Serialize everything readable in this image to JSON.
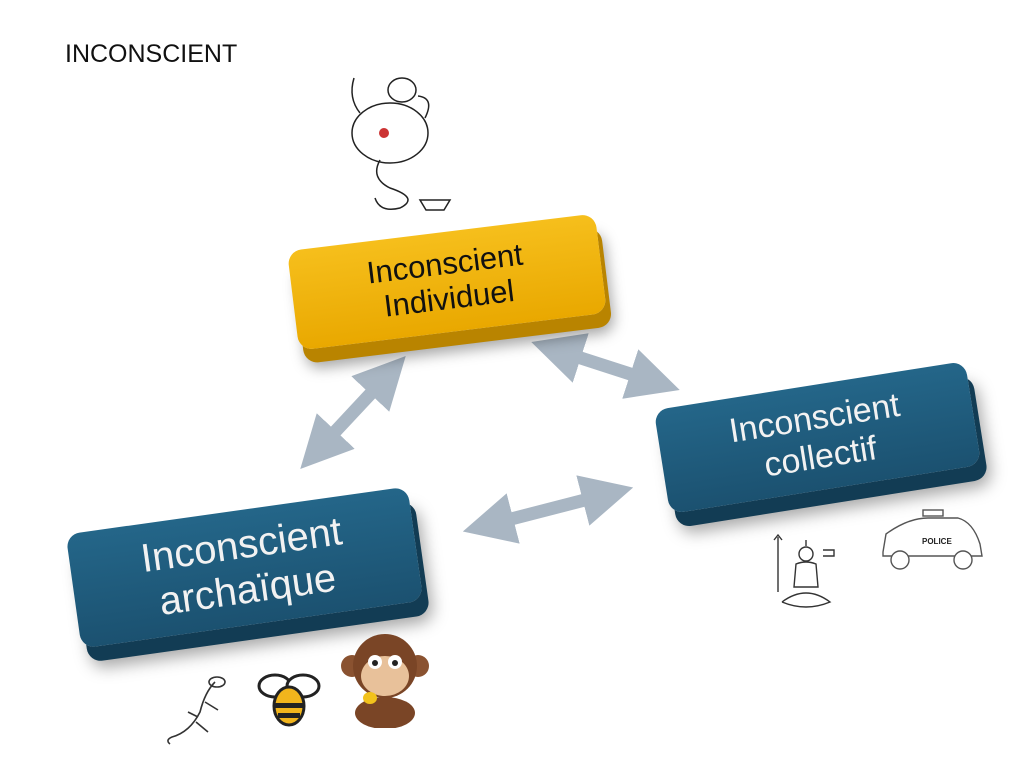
{
  "title": "INCONSCIENT",
  "nodes": {
    "individuel": {
      "line1": "Inconscient",
      "line2": "Individuel",
      "color": "#F0B000"
    },
    "collectif": {
      "line1": "Inconscient",
      "line2": "collectif",
      "color": "#1F5A7A"
    },
    "archaique": {
      "line1": "Inconscient",
      "line2": "archaïque",
      "color": "#1F5A7A"
    }
  },
  "arrow_color": "#A9B6C3",
  "illustrations": {
    "genie": "genie-icon",
    "lizard": "lizard-icon",
    "bee": "bee-icon",
    "monkey": "monkey-icon",
    "shiva": "deity-icon",
    "police_car": {
      "icon": "police-car-icon",
      "label": "POLICE"
    }
  }
}
